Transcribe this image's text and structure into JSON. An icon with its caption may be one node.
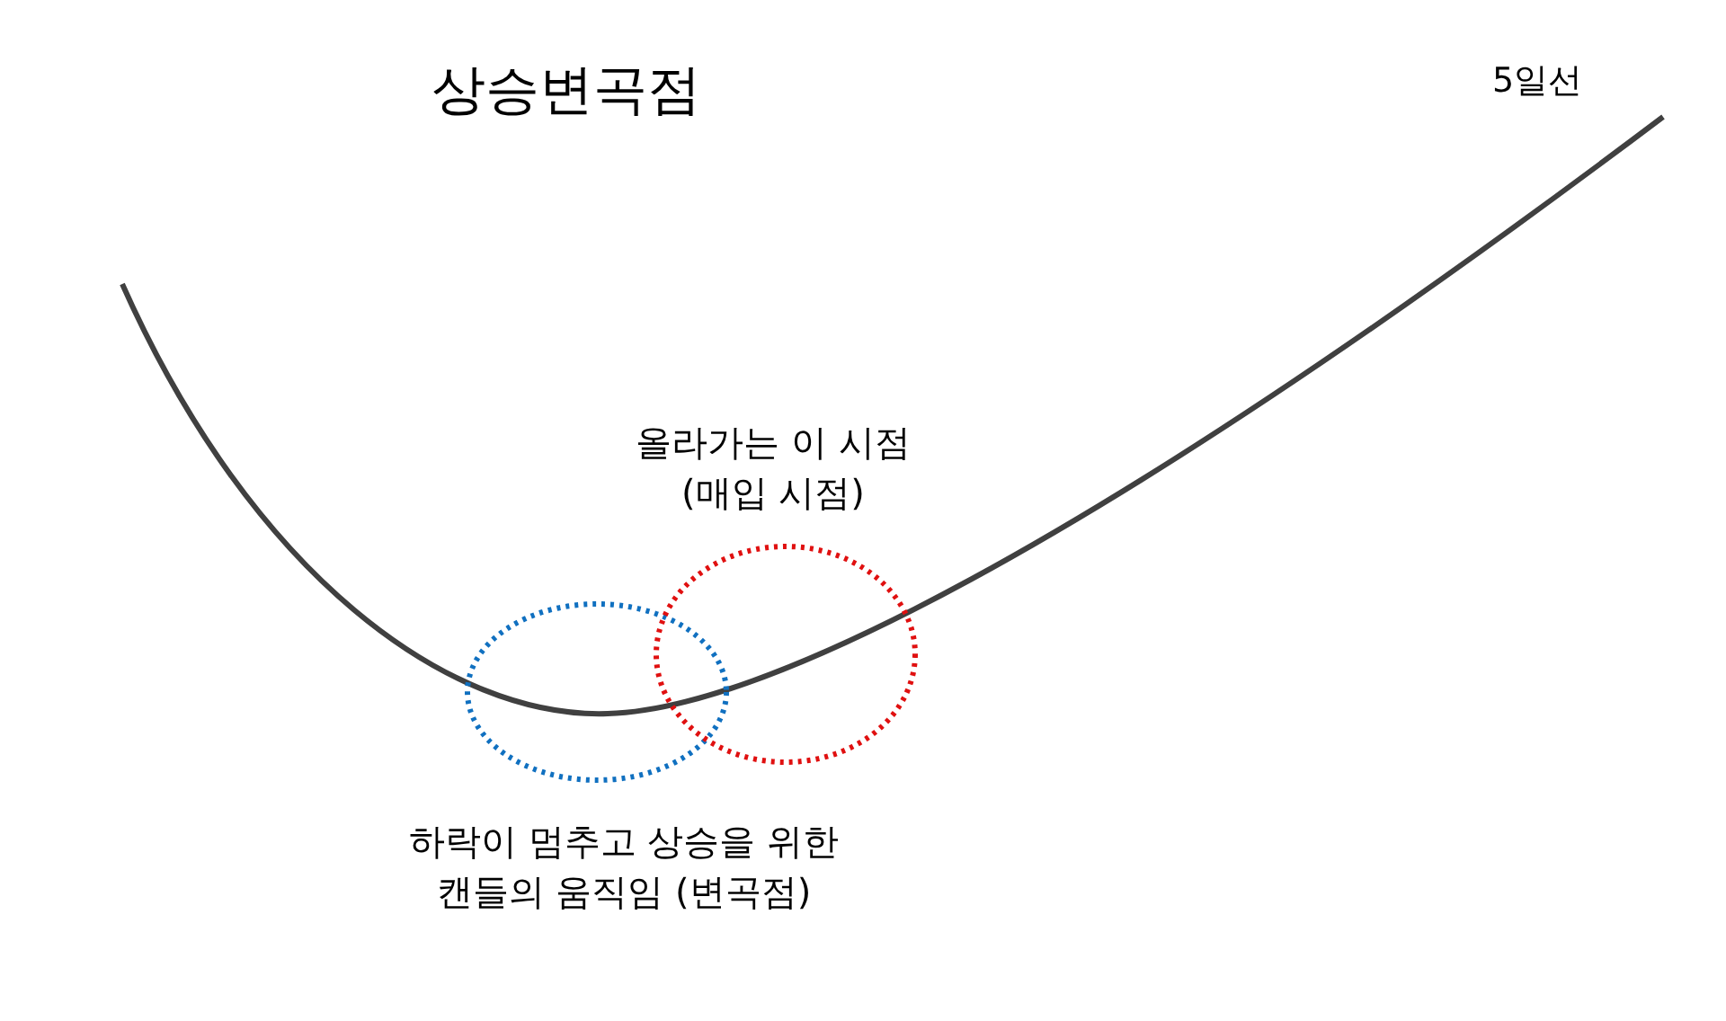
{
  "diagram": {
    "title": "상승변곡점",
    "nodes": [
      {
        "text": [],
        "shape": "circle",
        "beside": [
          "하락이 멈추고 상승을 위한 캔들의 움직임 (변곡점)"
        ]
      },
      {
        "text": [],
        "shape": "circle",
        "beside": [
          "올라가는 이 시점 (매입 시점)"
        ]
      }
    ],
    "labels": [
      "5일선"
    ]
  }
}
